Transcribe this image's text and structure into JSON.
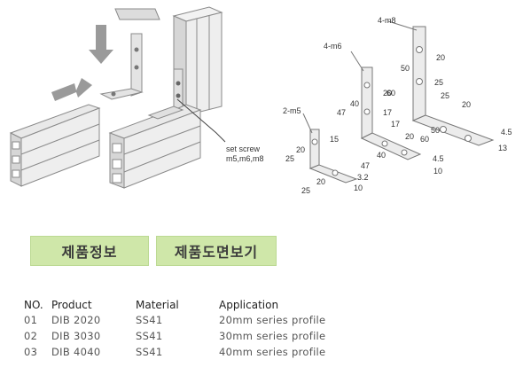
{
  "tabs": {
    "product_info": "제품정보",
    "drawing_view": "제품도면보기"
  },
  "drawing": {
    "callout": "set screw",
    "callout_sizes": "m5,m6,m8",
    "small": {
      "hole": "2-m5",
      "d1": "25",
      "d2": "20",
      "d3": "15",
      "d4": "25",
      "d5": "20",
      "d6": "10",
      "d7": "47",
      "d8": "3.2"
    },
    "mid": {
      "hole": "4-m6",
      "d1": "47",
      "d2": "40",
      "d3": "20",
      "d4": "17",
      "d5": "17",
      "d6": "20",
      "d7": "40"
    },
    "large": {
      "hole": "4-m8",
      "d1": "60",
      "d2": "50",
      "d3": "20",
      "d4": "25",
      "d5": "25",
      "d6": "20",
      "d7": "60",
      "d8": "50",
      "d9": "4.5",
      "d10": "13",
      "d11": "4.5",
      "d12": "10"
    }
  },
  "table": {
    "headers": [
      "NO.",
      "Product",
      "Material",
      "Application"
    ],
    "rows": [
      [
        "01",
        "DIB 2020",
        "SS41",
        "20mm series profile"
      ],
      [
        "02",
        "DIB 3030",
        "SS41",
        "30mm series profile"
      ],
      [
        "03",
        "DIB 4040",
        "SS41",
        "40mm series profile"
      ]
    ]
  }
}
